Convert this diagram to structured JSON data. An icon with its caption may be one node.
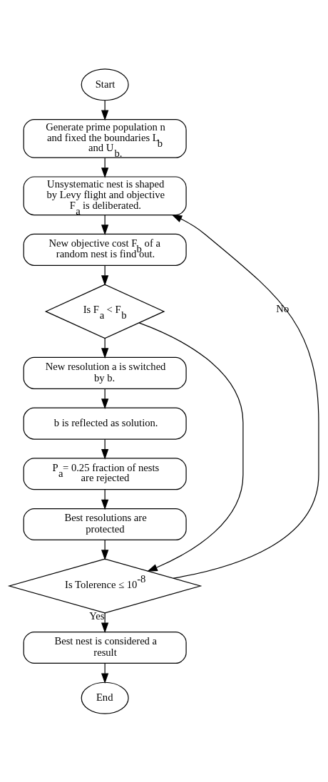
{
  "diagram": {
    "nodes": [
      {
        "text": [
          "Start"
        ]
      },
      {
        "text": [
          "Generate prime population n and fixed the boundaries L$_{b}$ and U$_{b.}$"
        ]
      },
      {
        "text": [
          "Unsystematic nest is shaped by Levy flight and objective F$_{a}$ is deliberated."
        ]
      },
      {
        "text": [
          "New objective cost F$_{b}$ of a random nest is find out."
        ]
      },
      {
        "text": [
          "Is F$_{a}$ < F$_{b}$"
        ]
      },
      {
        "text": [
          "New resolution a is switched by b."
        ]
      },
      {
        "text": [
          "b is reflected as solution."
        ]
      },
      {
        "text": [
          "P$_{a}$= 0.25 fraction of nests are rejected"
        ]
      },
      {
        "text": [
          "Best resolutions are protected"
        ]
      },
      {
        "text": [
          "Is Tolerence ≤ 10$^{-8}$"
        ]
      },
      {
        "text": [
          "Best nest is considered a result"
        ]
      },
      {
        "text": [
          "End"
        ]
      }
    ],
    "edges": [
      {
        "from": 0,
        "to": 1,
        "arrow": "to"
      },
      {
        "from": 1,
        "to": 2,
        "arrow": "to"
      },
      {
        "from": 2,
        "to": 3,
        "arrow": "to"
      },
      {
        "from": 3,
        "to": 4,
        "arrow": "to"
      },
      {
        "from": 4,
        "to": 5,
        "arrow": "to"
      },
      {
        "from": 5,
        "to": 6,
        "arrow": "to"
      },
      {
        "from": 6,
        "to": 7,
        "arrow": "to"
      },
      {
        "from": 7,
        "to": 8,
        "arrow": "to"
      },
      {
        "from": 8,
        "to": 9,
        "arrow": "to"
      },
      {
        "from": 9,
        "to": 2,
        "arrow": "to",
        "label": "No"
      },
      {
        "from": 4,
        "to": 9,
        "arrow": "to"
      },
      {
        "from": 9,
        "to": 10,
        "arrow": "to",
        "label": "Yes"
      },
      {
        "from": 10,
        "to": 11,
        "arrow": "to"
      }
    ]
  }
}
